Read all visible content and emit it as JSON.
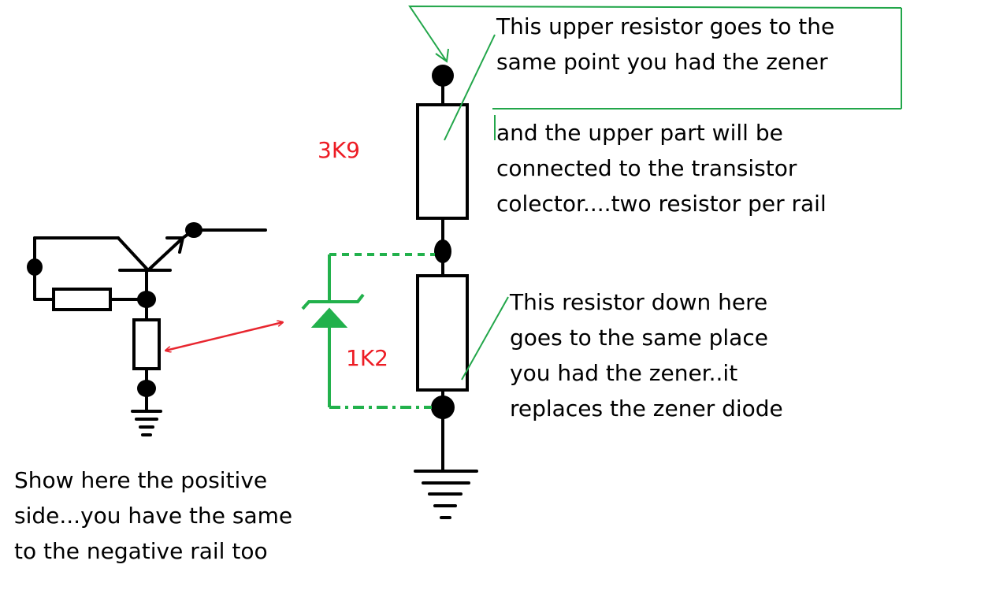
{
  "annotations": {
    "upper_resistor": [
      "This upper resistor goes to the",
      "same point you had the zener"
    ],
    "upper_part": [
      "and the upper part will be",
      "connected to the transistor",
      "colector....two resistor per rail"
    ],
    "lower_resistor": [
      "This resistor down here",
      "goes to the same place",
      "you had the zener..it",
      "replaces the zener diode"
    ],
    "positive_side": [
      "Show here the positive",
      "side...you have the same",
      "to the negative rail too"
    ]
  },
  "values": {
    "upper_resistor": "3K9",
    "lower_resistor": "1K2"
  },
  "colors": {
    "wire": "#000000",
    "callout": "#22a64a",
    "zener": "#22b14c",
    "value_text": "#ed1c24",
    "arrow": "#e8262f"
  }
}
